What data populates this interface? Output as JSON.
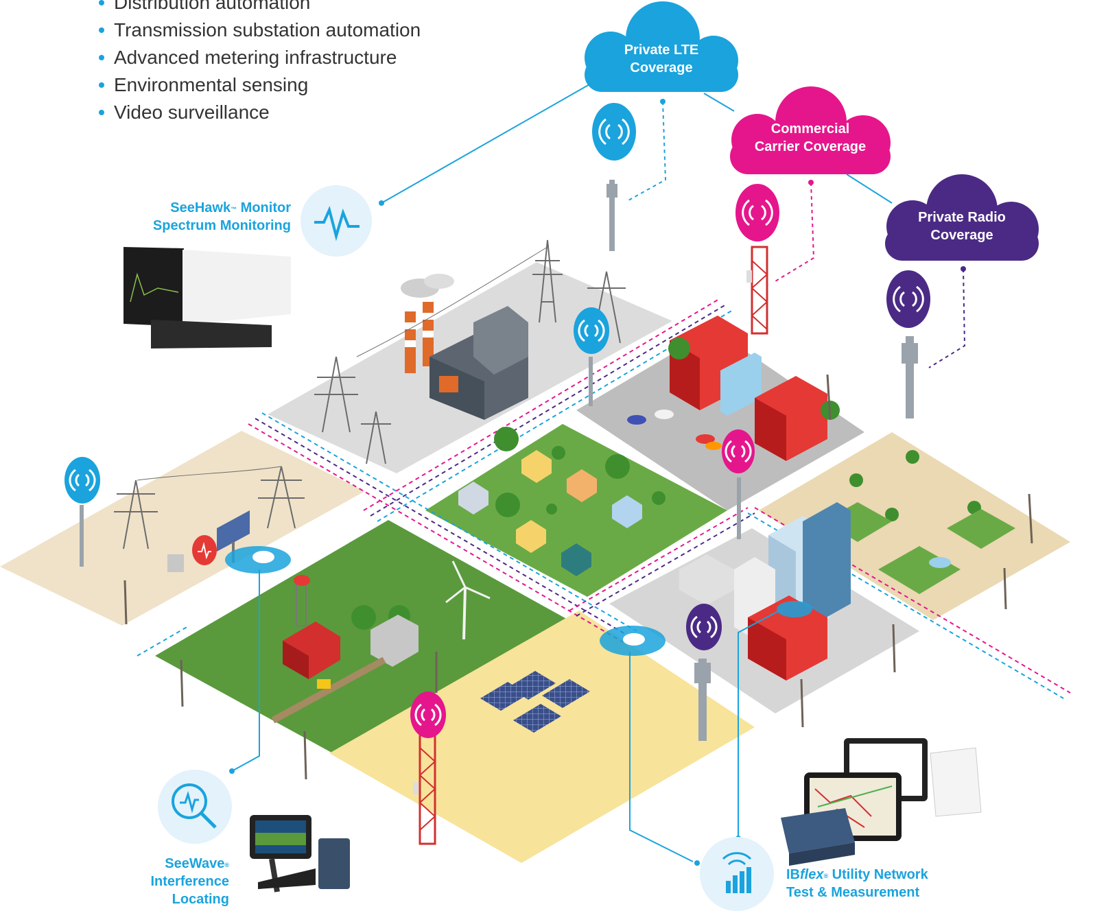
{
  "use_cases": [
    "Distribution automation",
    "Transmission substation automation",
    "Advanced metering infrastructure",
    "Environmental sensing",
    "Video surveillance"
  ],
  "clouds": {
    "lte": {
      "line1": "Private LTE",
      "line2": "Coverage",
      "color": "#1aa3dd"
    },
    "commercial": {
      "line1": "Commercial",
      "line2": "Carrier Coverage",
      "color": "#e5168c"
    },
    "radio": {
      "line1": "Private Radio",
      "line2": "Coverage",
      "color": "#4b2a85"
    }
  },
  "products": {
    "seehawk": {
      "name": "SeeHawk",
      "mark": "™",
      "suffix": " Monitor",
      "line2": "Spectrum Monitoring"
    },
    "seewave": {
      "name": "SeeWave",
      "mark": "®",
      "line2": "Interference",
      "line3": "Locating"
    },
    "ibflex": {
      "prefix": "IB",
      "italic": "flex",
      "mark": "®",
      "suffix": " Utility Network",
      "line2": "Test & Measurement"
    }
  },
  "colors": {
    "accent": "#1aa3dd",
    "magenta": "#e5168c",
    "purple": "#4b2a85",
    "red": "#e53935",
    "grass": "#5a9a3c",
    "sand": "#efe2c8",
    "field": "#f7e39a",
    "pavement": "#d8d8d8"
  }
}
